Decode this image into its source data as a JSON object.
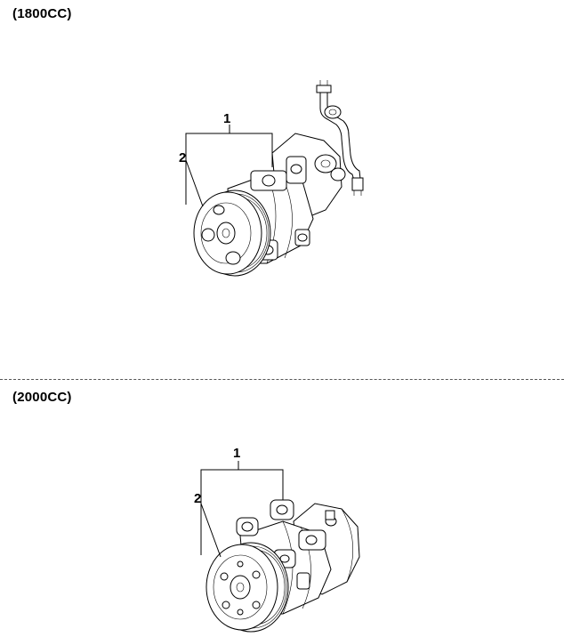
{
  "sections": [
    {
      "title": "(1800CC)",
      "callouts": [
        {
          "number": "1",
          "part": "compressor-assembly"
        },
        {
          "number": "2",
          "part": "clutch-pulley"
        }
      ]
    },
    {
      "title": "(2000CC)",
      "callouts": [
        {
          "number": "1",
          "part": "compressor-assembly"
        },
        {
          "number": "2",
          "part": "clutch-pulley"
        }
      ]
    }
  ],
  "colors": {
    "line": "#000000",
    "background": "#ffffff",
    "divider": "#555555"
  }
}
